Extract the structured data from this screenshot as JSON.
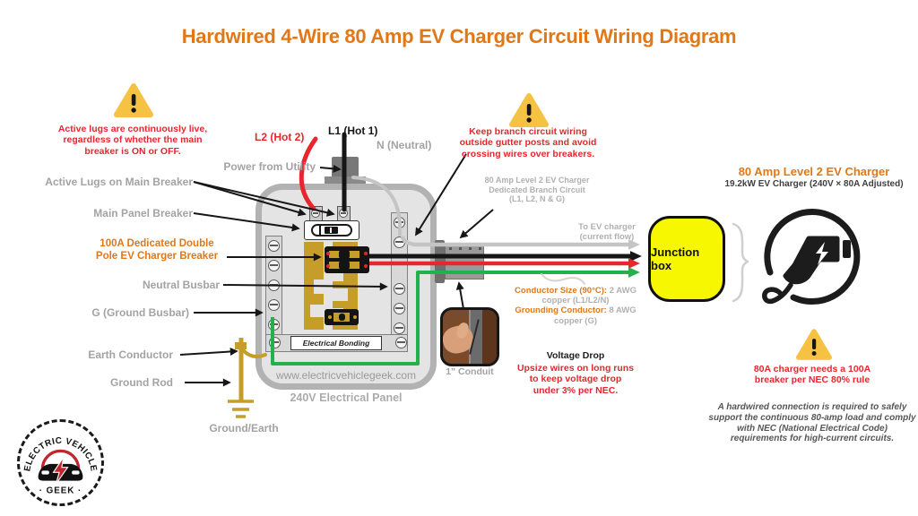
{
  "title": "Hardwired 4-Wire 80 Amp EV Charger Circuit Wiring Diagram",
  "left": {
    "lugs_warning": "Active lugs are continuously live, regardless of whether the main breaker is ON or OFF.",
    "active_lugs": "Active Lugs on Main Breaker",
    "main_breaker": "Main Panel Breaker",
    "ev_breaker": "100A Dedicated Double Pole EV Charger Breaker",
    "neutral_busbar": "Neutral Busbar",
    "ground_busbar": "G (Ground Busbar)",
    "earth_conductor": "Earth Conductor",
    "ground_rod": "Ground Rod",
    "ground_earth": "Ground/Earth"
  },
  "top": {
    "l2": "L2 (Hot 2)",
    "l1": "L1 (Hot 1)",
    "neutral": "N (Neutral)",
    "power_from_utility": "Power from Utility"
  },
  "panel": {
    "electrical_bonding": "Electrical Bonding",
    "website": "www.electricvehiclegeek.com",
    "caption": "240V Electrical Panel"
  },
  "branch": {
    "wiring_warning": "Keep branch circuit wiring outside gutter posts and avoid crossing wires over breakers.",
    "dedicated_circuit": "80 Amp Level 2 EV Charger Dedicated Branch Circuit (L1, L2, N & G)",
    "to_ev_charger": "To EV charger (current flow)",
    "junction_box": "Junction box",
    "conduit": "1\" Conduit",
    "conductor_size_label": "Conductor Size (90°C):",
    "conductor_size_value": " 2 AWG copper (L1/L2/N)",
    "grounding_label": "Grounding Conductor:",
    "grounding_value": " 8 AWG copper (G)",
    "voltage_drop_title": "Voltage Drop",
    "voltage_drop_note": "Upsize wires on long runs to keep voltage drop under 3% per NEC."
  },
  "charger": {
    "title": "80 Amp Level 2 EV Charger",
    "subtitle": "19.2kW EV Charger (240V × 80A Adjusted)",
    "breaker_warning": "80A charger needs a 100A breaker per NEC 80% rule",
    "hardwired_note": "A hardwired connection is required to safely support the continuous 80-amp load and comply with NEC (National Electrical Code) requirements for high-current circuits."
  },
  "logo": {
    "arc_text": "ELECTRIC VEHICLE",
    "bottom_text": "· GEEK ·"
  },
  "icons": {
    "warning": "warning-triangle-icon",
    "ev_plug": "ev-charger-plug-icon",
    "badge": "electric-vehicle-geek-badge"
  },
  "colors": {
    "accent_orange": "#E07818",
    "warning_red": "#E8262D",
    "label_gray": "#A3A3A3",
    "wire_green": "#22B14C",
    "wire_red": "#E8262D",
    "junction_yellow": "#F7F701",
    "busbar_gold": "#C79D2A"
  }
}
